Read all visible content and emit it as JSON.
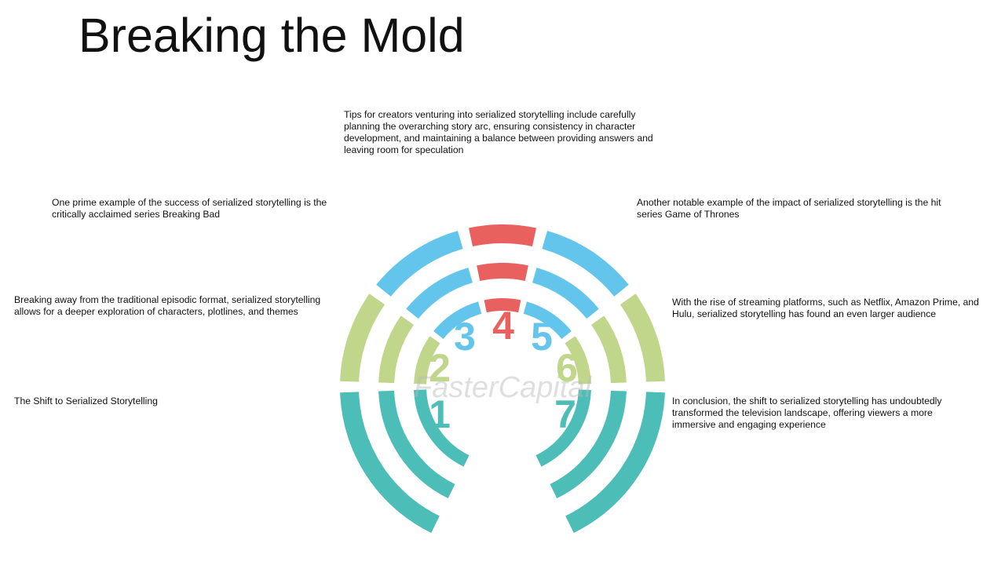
{
  "title": "Breaking the Mold",
  "watermark": "FasterCapital",
  "colors": {
    "teal": "#4dbdb8",
    "green": "#c0d68a",
    "blue": "#63c5ec",
    "red": "#e8615f"
  },
  "steps": [
    {
      "number": "1",
      "color": "#4dbdb8",
      "text": "The Shift to Serialized Storytelling"
    },
    {
      "number": "2",
      "color": "#c0d68a",
      "text": "Breaking away from the traditional episodic format, serialized storytelling allows for a deeper exploration of characters, plotlines, and themes"
    },
    {
      "number": "3",
      "color": "#63c5ec",
      "text": "One prime example of the success of serialized storytelling is the critically acclaimed series Breaking Bad"
    },
    {
      "number": "4",
      "color": "#e8615f",
      "text": "Tips for creators venturing into serialized storytelling include carefully planning the overarching story arc, ensuring consistency in character development, and maintaining a balance between providing answers and leaving room for speculation"
    },
    {
      "number": "5",
      "color": "#63c5ec",
      "text": "Another notable example of the impact of serialized storytelling is the hit series Game of Thrones"
    },
    {
      "number": "6",
      "color": "#c0d68a",
      "text": "With the rise of streaming platforms, such as Netflix, Amazon Prime, and Hulu, serialized storytelling has found an even larger audience"
    },
    {
      "number": "7",
      "color": "#4dbdb8",
      "text": "In conclusion, the shift to serialized storytelling has undoubtedly transformed the television landscape, offering viewers a more immersive and engaging experience"
    }
  ]
}
